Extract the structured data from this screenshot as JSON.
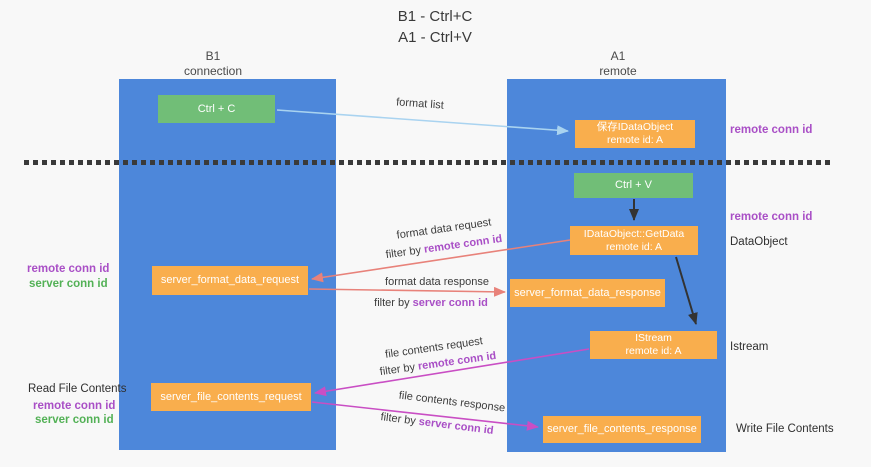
{
  "title": {
    "line1": "B1 - Ctrl+C",
    "line2": "A1 - Ctrl+V"
  },
  "lifelines": {
    "b1": {
      "name": "B1",
      "subtitle": "connection"
    },
    "a1": {
      "name": "A1",
      "subtitle": "remote"
    }
  },
  "nodes": {
    "ctrl_c": {
      "label": "Ctrl + C"
    },
    "ctrl_v": {
      "label": "Ctrl + V"
    },
    "save_dataobject": {
      "line1": "保存IDataObject",
      "line2": "remote id: A"
    },
    "getdata": {
      "line1": "IDataObject::GetData",
      "line2": "remote id: A"
    },
    "istream": {
      "line1": "IStream",
      "line2": "remote id: A"
    },
    "format_request": {
      "label": "server_format_data_request"
    },
    "format_response": {
      "label": "server_format_data_response"
    },
    "file_request": {
      "label": "server_file_contents_request"
    },
    "file_response": {
      "label": "server_file_contents_response"
    }
  },
  "annotations": {
    "right": {
      "remote_conn_id_top": "remote conn id",
      "remote_conn_id_mid": "remote conn id",
      "dataobject": "DataObject",
      "istream": "Istream",
      "write_file_contents": "Write File Contents"
    },
    "left": {
      "remote_conn_id_1": "remote conn id",
      "server_conn_id_1": "server conn id",
      "read_file_contents": "Read File Contents",
      "remote_conn_id_2": "remote conn id",
      "server_conn_id_2": "server conn id"
    }
  },
  "edges": {
    "format_list": {
      "label": "format list"
    },
    "format_data_request": {
      "label": "format data request",
      "filter_prefix": "filter by ",
      "filter_key": "remote conn id"
    },
    "format_data_response": {
      "label": "format data response",
      "filter_prefix": "filter by ",
      "filter_key": "server conn id"
    },
    "file_contents_request": {
      "label": "file contents request",
      "filter_prefix": "filter by ",
      "filter_key": "remote conn id"
    },
    "file_contents_response": {
      "label": "file contents response",
      "filter_prefix": "filter by ",
      "filter_key": "server conn id"
    }
  },
  "colors": {
    "lifeline_blue": "#4d87da",
    "node_orange": "#f9ae4d",
    "node_green": "#71be77",
    "arrow_light_blue": "#a9d3f0",
    "arrow_salmon": "#e8827a",
    "arrow_magenta": "#c94ec4",
    "arrow_black": "#333333",
    "label_purple": "#a94fc6",
    "label_green": "#53b156",
    "text_dark": "#3c3c3c",
    "background": "#f8f8f8"
  }
}
